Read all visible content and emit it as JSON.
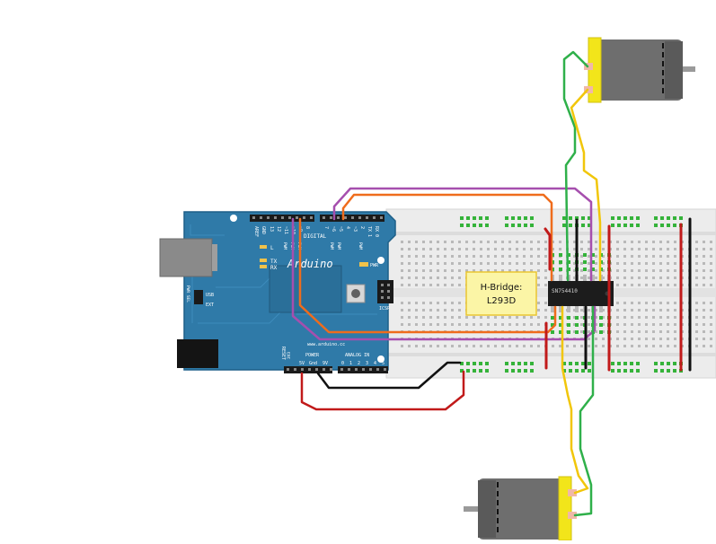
{
  "arduino": {
    "logo": "Arduino",
    "top_header_labels": [
      "AREF",
      "GND",
      "13",
      "12",
      "~11",
      "~10",
      "~9",
      "8",
      "7",
      "~6",
      "~5",
      "4",
      "~3",
      "2",
      "TX 1",
      "RX 0"
    ],
    "digital_label": "DIGITAL",
    "pwm_labels": [
      "PWM",
      "PWM",
      "PWM",
      "PWM",
      "PWM",
      "PWM"
    ],
    "led_l": "L",
    "led_tx": "TX",
    "led_rx": "RX",
    "led_pwr": "PWR",
    "icsp": "ICSP",
    "pwr_sel": "PWR SEL",
    "usb": "USB",
    "ext": "EXT",
    "reset": "RESET",
    "power_label": "POWER",
    "power_pins": [
      "3V3",
      "5V",
      "Gnd",
      "9V"
    ],
    "analog_label": "ANALOG IN",
    "analog_pins": [
      "0",
      "1",
      "2",
      "3",
      "4",
      "5"
    ],
    "website": "www.arduino.cc"
  },
  "chip": {
    "part": "SN754410"
  },
  "callout": {
    "line1": "H-Bridge:",
    "line2": "L293D"
  },
  "colors": {
    "board": "#2f7aa8",
    "board_dark": "#1d5f88",
    "breadboard": "#efefef",
    "rail_green": "#35b33a",
    "wire_purple": "#a64fae",
    "wire_orange": "#ef6c1c",
    "wire_green": "#2fb04a",
    "wire_yellow": "#f1c60a",
    "wire_red": "#c11a1a",
    "wire_black": "#111111",
    "motor_body": "#6e6e6e",
    "motor_cap": "#f2e51a",
    "callout_bg": "#fbf5a6",
    "callout_border": "#e9c531"
  }
}
